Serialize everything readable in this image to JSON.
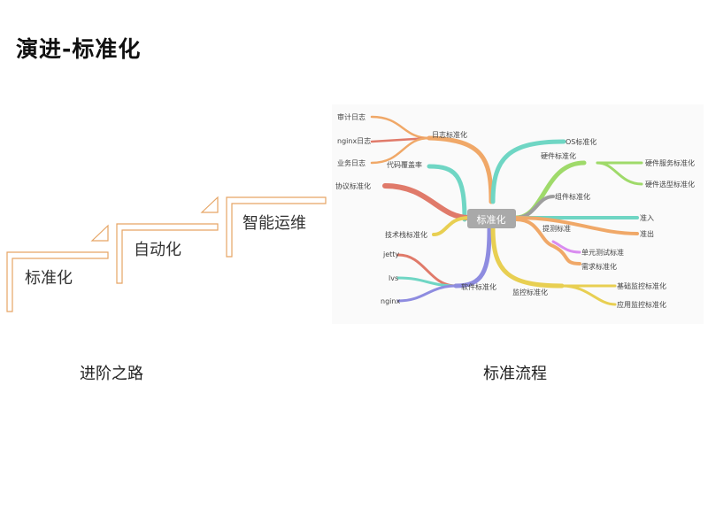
{
  "slide": {
    "title": "演进-标准化",
    "stairs": {
      "step1": "标准化",
      "step2": "自动化",
      "step3": "智能运维"
    },
    "captions": {
      "left": "进阶之路",
      "right": "标准流程"
    }
  },
  "mindmap": {
    "center": "标准化",
    "left_nodes": {
      "log_std": "日志标准化",
      "audit_log": "审计日志",
      "nginx_log": "nginx日志",
      "biz_log": "业务日志",
      "coverage": "代码覆盖率",
      "protocol_std": "协议标准化",
      "tech_stack_std": "技术栈标准化",
      "jetty": "jetty",
      "lvs": "lvs",
      "nginx": "nginx",
      "software_std": "软件标准化"
    },
    "right_nodes": {
      "os_std": "OS标准化",
      "hw_std": "硬件标准化",
      "hw_service_std": "硬件服务标准化",
      "hw_select_std": "硬件选型标准化",
      "component_std": "组件标准化",
      "entry": "准入",
      "exit": "准出",
      "test_std": "提测标准",
      "unit_test_std": "单元测试标准",
      "req_std": "需求标准化",
      "monitor_std": "监控标准化",
      "base_monitor_std": "基础监控标准化",
      "app_monitor_std": "应用监控标准化"
    },
    "colors": {
      "orange": "#f0a868",
      "teal": "#6fd6c4",
      "red": "#e07a6a",
      "yellow": "#e8cf52",
      "purple": "#8e8ce0",
      "green": "#9fda6a",
      "gray": "#9e9e9e",
      "magenta": "#d98cf0",
      "center_bg": "#a9a9a9"
    }
  }
}
